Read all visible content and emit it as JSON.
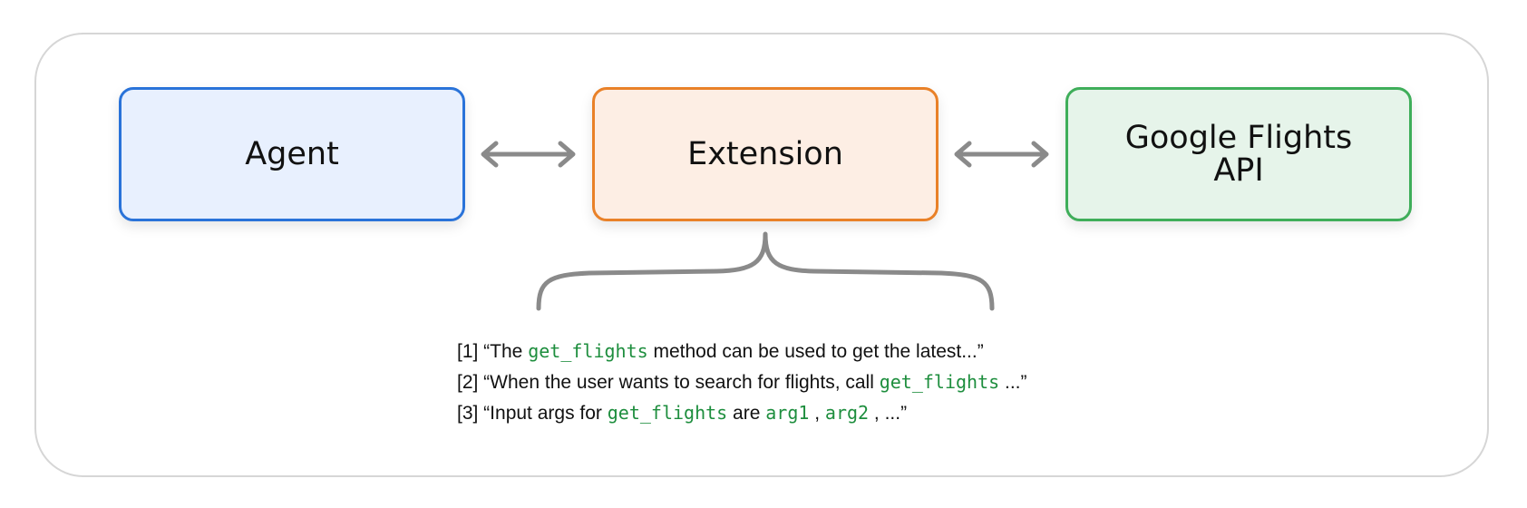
{
  "colors": {
    "agent_border": "#2a73d9",
    "agent_fill": "#e8f0fe",
    "extension_border": "#e98128",
    "extension_fill": "#fdeee4",
    "api_border": "#3fae5a",
    "api_fill": "#e6f4ea",
    "arrow": "#8a8a8a",
    "code_text": "#1e8e3e"
  },
  "nodes": {
    "agent": {
      "label": "Agent"
    },
    "extension": {
      "label": "Extension"
    },
    "api": {
      "label": "Google Flights\nAPI"
    }
  },
  "connectors": [
    {
      "from": "agent",
      "to": "extension",
      "type": "bidirectional-arrow"
    },
    {
      "from": "extension",
      "to": "api",
      "type": "bidirectional-arrow"
    }
  ],
  "brace": {
    "target": "extension",
    "icon": "curly-brace"
  },
  "notes": [
    {
      "prefix": "[1] “The ",
      "code1": "get_flights",
      "suffix": " method can be used to get the latest...”"
    },
    {
      "prefix": "[2] “When the user wants to search for flights, call ",
      "code1": "get_flights",
      "suffix": " ...”"
    },
    {
      "prefix": "[3] “Input args for ",
      "code1": "get_flights",
      "mid1": " are ",
      "code2": "arg1",
      "mid2": " , ",
      "code3": "arg2",
      "suffix": " , ...”"
    }
  ]
}
